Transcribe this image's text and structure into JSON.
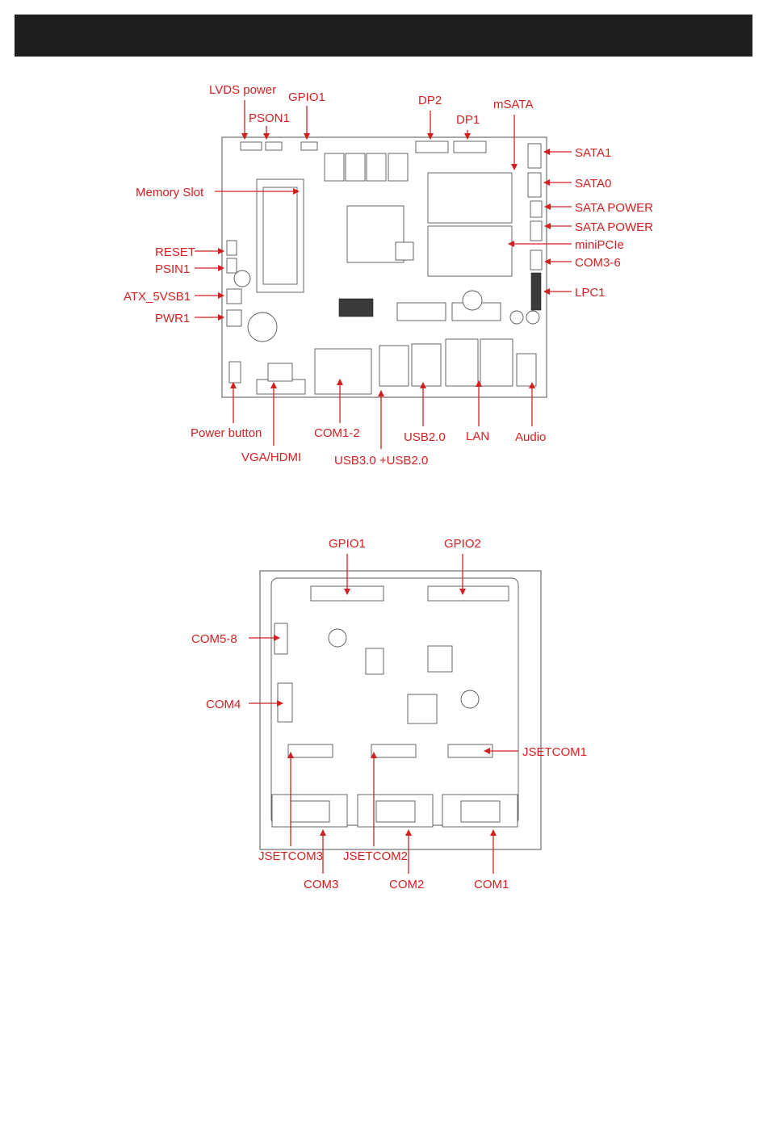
{
  "board1": {
    "labels": {
      "lvds_power": "LVDS power",
      "pson1": "PSON1",
      "gpio1": "GPIO1",
      "dp2": "DP2",
      "dp1": "DP1",
      "msata": "mSATA",
      "memory_slot": "Memory Slot",
      "reset": "RESET",
      "psin1": "PSIN1",
      "atx_5vsb1": "ATX_5VSB1",
      "pwr1": "PWR1",
      "sata1": "SATA1",
      "sata0": "SATA0",
      "sata_power_1": "SATA POWER",
      "sata_power_2": "SATA POWER",
      "minipcie": "miniPCIe",
      "com3_6": "COM3-6",
      "lpc1": "LPC1",
      "power_button": "Power button",
      "vga_hdmi": "VGA/HDMI",
      "com1_2": "COM1-2",
      "usb3_usb2": "USB3.0 +USB2.0",
      "usb2": "USB2.0",
      "lan": "LAN",
      "audio": "Audio"
    }
  },
  "board2": {
    "labels": {
      "gpio1": "GPIO1",
      "gpio2": "GPIO2",
      "com5_8": "COM5-8",
      "com4": "COM4",
      "jsetcom1": "JSETCOM1",
      "jsetcom3": "JSETCOM3",
      "jsetcom2": "JSETCOM2",
      "com3": "COM3",
      "com2": "COM2",
      "com1": "COM1"
    }
  },
  "colors": {
    "label": "#d42020",
    "header_bar": "#1f1f1f",
    "pcb_outline": "#6d6d6d"
  }
}
